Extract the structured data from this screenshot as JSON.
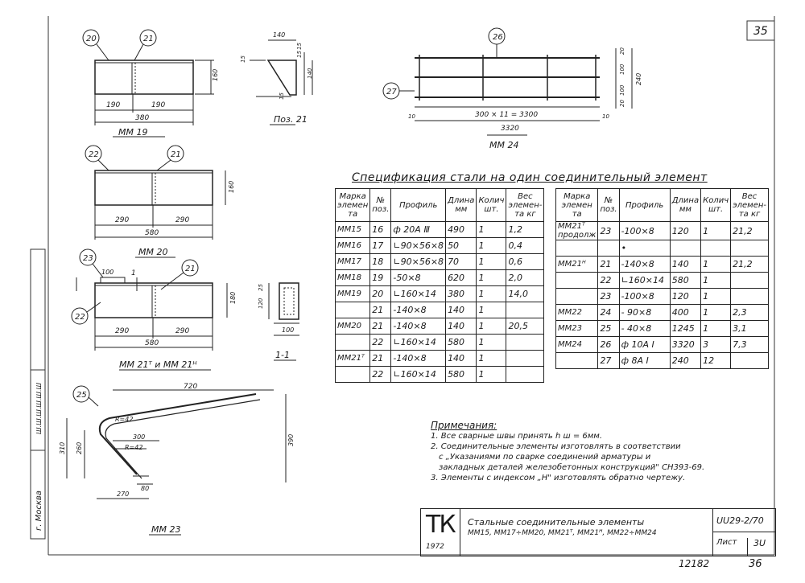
{
  "sheet_corner": "35",
  "drawings": {
    "mm19": {
      "callout_a": "20",
      "callout_b": "21",
      "dim_left": "190",
      "dim_right": "190",
      "dim_total": "380",
      "height": "160",
      "label": "ММ 19"
    },
    "poz21": {
      "top": "140",
      "d1": "15",
      "d2": "15",
      "d3": "140",
      "d4": "15",
      "d5": "15",
      "label": "Поз. 21"
    },
    "mm24": {
      "callout_top": "26",
      "callout_left": "27",
      "dim_pitch": "300 × 11 = 3300",
      "dim_total": "3320",
      "end_left": "10",
      "end_right": "10",
      "v1": "20",
      "v2": "100",
      "v3": "100",
      "v4": "20",
      "v_total": "240",
      "label": "ММ 24"
    },
    "mm20": {
      "callout_a": "22",
      "callout_b": "21",
      "dim_left": "290",
      "dim_right": "290",
      "dim_total": "580",
      "height": "160",
      "label": "ММ 20"
    },
    "mm21": {
      "callout_a": "23",
      "callout_b": "21",
      "callout_c": "22",
      "top": "100",
      "mark": "1",
      "dim_left": "290",
      "dim_right": "290",
      "dim_total": "580",
      "height": "180",
      "label": "ММ 21ᵀ и ММ 21ᴴ"
    },
    "section": {
      "h1": "25",
      "h2": "120",
      "w": "100",
      "label": "1-1"
    },
    "mm23": {
      "callout": "25",
      "top": "720",
      "r1": "R=42",
      "r2": "R=42",
      "mid": "300",
      "left_h": "310",
      "left_h2": "260",
      "right_h": "390",
      "bottom": "270",
      "foot": "80",
      "label": "ММ 23"
    }
  },
  "spec": {
    "title": "Спецификация стали на один соединительный элемент",
    "headers": {
      "mark": "Марка элемен та",
      "pos": "№ поз.",
      "profile": "Профиль",
      "length": "Длина мм",
      "qty": "Колич шт.",
      "weight": "Вес элемен- та кг"
    },
    "left_rows": [
      {
        "mark": "ММ15",
        "pos": "16",
        "profile": "ф 20А Ⅲ",
        "length": "490",
        "qty": "1",
        "weight": "1,2"
      },
      {
        "mark": "ММ16",
        "pos": "17",
        "profile": "∟90×56×8",
        "length": "50",
        "qty": "1",
        "weight": "0,4"
      },
      {
        "mark": "ММ17",
        "pos": "18",
        "profile": "∟90×56×8",
        "length": "70",
        "qty": "1",
        "weight": "0,6"
      },
      {
        "mark": "ММ18",
        "pos": "19",
        "profile": "-50×8",
        "length": "620",
        "qty": "1",
        "weight": "2,0"
      },
      {
        "mark": "ММ19",
        "pos": "20",
        "profile": "∟160×14",
        "length": "380",
        "qty": "1",
        "weight": "14,0"
      },
      {
        "mark": "",
        "pos": "21",
        "profile": "-140×8",
        "length": "140",
        "qty": "1",
        "weight": ""
      },
      {
        "mark": "ММ20",
        "pos": "21",
        "profile": "-140×8",
        "length": "140",
        "qty": "1",
        "weight": "20,5"
      },
      {
        "mark": "",
        "pos": "22",
        "profile": "∟160×14",
        "length": "580",
        "qty": "1",
        "weight": ""
      },
      {
        "mark": "ММ21ᵀ",
        "pos": "21",
        "profile": "-140×8",
        "length": "140",
        "qty": "1",
        "weight": ""
      },
      {
        "mark": "",
        "pos": "22",
        "profile": "∟160×14",
        "length": "580",
        "qty": "1",
        "weight": ""
      }
    ],
    "right_rows": [
      {
        "mark": "ММ21ᵀ продолж",
        "pos": "23",
        "profile": "-100×8",
        "length": "120",
        "qty": "1",
        "weight": "21,2"
      },
      {
        "mark": "",
        "pos": "",
        "profile": "•",
        "length": "",
        "qty": "",
        "weight": ""
      },
      {
        "mark": "ММ21ᴴ",
        "pos": "21",
        "profile": "-140×8",
        "length": "140",
        "qty": "1",
        "weight": "21,2"
      },
      {
        "mark": "",
        "pos": "22",
        "profile": "∟160×14",
        "length": "580",
        "qty": "1",
        "weight": ""
      },
      {
        "mark": "",
        "pos": "23",
        "profile": "-100×8",
        "length": "120",
        "qty": "1",
        "weight": ""
      },
      {
        "mark": "ММ22",
        "pos": "24",
        "profile": "- 90×8",
        "length": "400",
        "qty": "1",
        "weight": "2,3"
      },
      {
        "mark": "ММ23",
        "pos": "25",
        "profile": "- 40×8",
        "length": "1245",
        "qty": "1",
        "weight": "3,1"
      },
      {
        "mark": "ММ24",
        "pos": "26",
        "profile": "ф 10А Ⅰ",
        "length": "3320",
        "qty": "3",
        "weight": "7,3"
      },
      {
        "mark": "",
        "pos": "27",
        "profile": "ф 8А Ⅰ",
        "length": "240",
        "qty": "12",
        "weight": ""
      }
    ]
  },
  "notes": {
    "title": "Примечания:",
    "n1": "1. Все сварные швы принять h ш = 6мм.",
    "n2a": "2. Соединительные элементы изготовлять в соответствии",
    "n2b": "с „Указаниями по сварке соединений арматуры и",
    "n2c": "закладных деталей железобетонных конструкций\" СН393-69.",
    "n3": "3. Элементы с индексом „Н\" изготовлять обратно чертежу."
  },
  "title_block": {
    "logo": "ТК",
    "year": "1972",
    "line1": "Стальные соединительные элементы",
    "line2": "ММ15, ММ17÷ММ20, ММ21ᵀ, ММ21ᴴ, ММ22÷ММ24",
    "doc": "UU29-2/70",
    "sheet_label": "Лист",
    "sheet_no": "3U"
  },
  "bottom": {
    "num1": "12182",
    "num2": "36"
  },
  "side": {
    "city": "г. Москва",
    "stamp": "Ш.Ш.Ш.Ш.Ш.Ш"
  }
}
